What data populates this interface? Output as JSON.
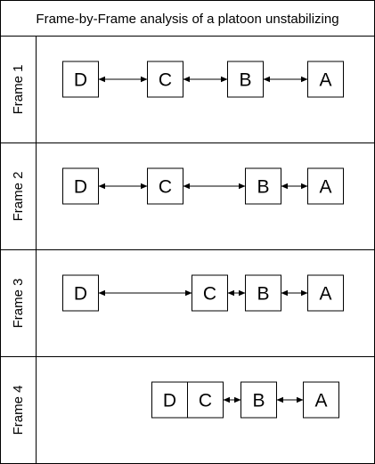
{
  "title": "Frame-by-Frame analysis of a platoon unstabilizing",
  "frames": [
    {
      "label": "Frame 1",
      "cars": [
        {
          "id": "D",
          "label": "D"
        },
        {
          "id": "C",
          "label": "C"
        },
        {
          "id": "B",
          "label": "B"
        },
        {
          "id": "A",
          "label": "A"
        }
      ],
      "links": [
        [
          "D",
          "C"
        ],
        [
          "C",
          "B"
        ],
        [
          "B",
          "A"
        ]
      ]
    },
    {
      "label": "Frame 2",
      "cars": [
        {
          "id": "D",
          "label": "D"
        },
        {
          "id": "C",
          "label": "C"
        },
        {
          "id": "B",
          "label": "B"
        },
        {
          "id": "A",
          "label": "A"
        }
      ],
      "links": [
        [
          "D",
          "C"
        ],
        [
          "C",
          "B"
        ],
        [
          "B",
          "A"
        ]
      ]
    },
    {
      "label": "Frame 3",
      "cars": [
        {
          "id": "D",
          "label": "D"
        },
        {
          "id": "C",
          "label": "C"
        },
        {
          "id": "B",
          "label": "B"
        },
        {
          "id": "A",
          "label": "A"
        }
      ],
      "links": [
        [
          "D",
          "C"
        ],
        [
          "C",
          "B"
        ],
        [
          "B",
          "A"
        ]
      ]
    },
    {
      "label": "Frame 4",
      "cars": [
        {
          "id": "D",
          "label": "D"
        },
        {
          "id": "C",
          "label": "C"
        },
        {
          "id": "B",
          "label": "B"
        },
        {
          "id": "A",
          "label": "A"
        }
      ],
      "links": [
        [
          "C",
          "B"
        ],
        [
          "B",
          "A"
        ]
      ]
    }
  ]
}
